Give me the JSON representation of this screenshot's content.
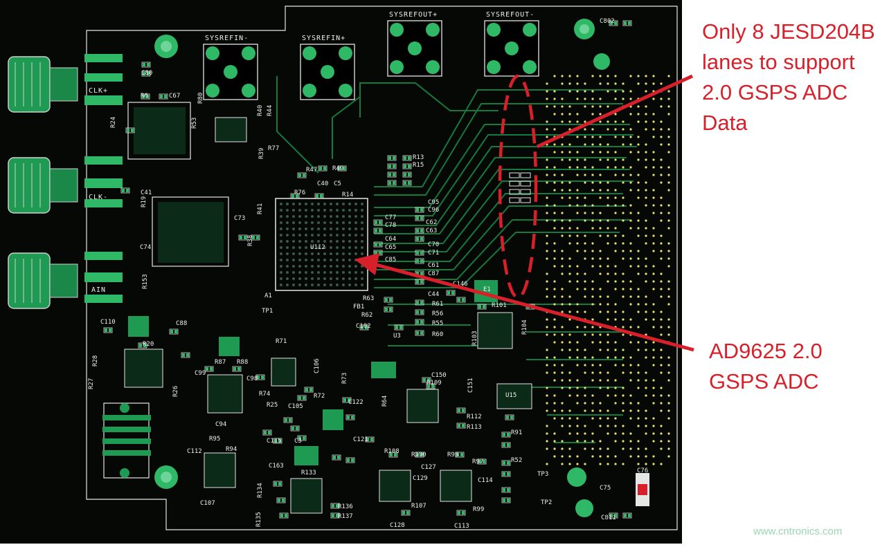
{
  "callouts": {
    "jesd_lines": [
      "Only 8 JESD204B",
      "lanes to support",
      "2.0 GSPS ADC",
      "Data"
    ],
    "adc_lines": [
      "AD9625 2.0",
      "GSPS ADC"
    ]
  },
  "watermark": "www.cntronics.com",
  "connectors": {
    "sysref_in_1": "SYSREFIN-",
    "sysref_in_2": "SYSREFIN+",
    "sysref_out_1": "SYSREFOUT+",
    "sysref_out_2": "SYSREFOUT-"
  },
  "ports": {
    "clk_plus": "CLK+",
    "clk_minus": "CLK-",
    "ain": "AIN"
  },
  "labels": {
    "u112": "U112",
    "u15": "U15",
    "u3": "U3",
    "a1": "A1",
    "tp1": "TP1",
    "tp2": "TP2",
    "tp3": "TP3",
    "c802": "C802",
    "c80": "C80",
    "c67": "C67",
    "c41": "C41",
    "c73": "C73",
    "c74": "C74",
    "c110": "C110",
    "c88": "C88",
    "c99": "C99",
    "c98": "C98",
    "c94": "C94",
    "c115": "C115",
    "c3": "C3",
    "c112": "C112",
    "c107": "C107",
    "c106": "C106",
    "c105": "C105",
    "c122": "C122",
    "c121": "C121",
    "c163": "C163",
    "c129": "C129",
    "c127": "C127",
    "c128": "C128",
    "c113": "C113",
    "c114": "C114",
    "c102": "C102",
    "c150": "C150",
    "c151": "C151",
    "c75": "C75",
    "c811": "C811",
    "c76": "C76",
    "c77": "C77",
    "c78": "C78",
    "c63": "C63",
    "c62": "C62",
    "c64": "C64",
    "c65": "C65",
    "c95": "C95",
    "c96": "C96",
    "c70": "C70",
    "c71": "C71",
    "c85": "C85",
    "c61": "C61",
    "c87": "C87",
    "c44": "C44",
    "c146": "C146",
    "c40": "C40",
    "c5": "C5",
    "r6": "R6",
    "r24": "R24",
    "r53": "R53",
    "r49": "R49",
    "r47": "R47",
    "r76": "R76",
    "r14": "R14",
    "r13": "R13",
    "r15": "R15",
    "r20": "R20",
    "r28": "R28",
    "r27": "R27",
    "r26": "R26",
    "r87": "R87",
    "r88": "R88",
    "r71": "R71",
    "r74": "R74",
    "r72": "R72",
    "r25": "R25",
    "r73": "R73",
    "r94": "R94",
    "r95": "R95",
    "r133": "R133",
    "r134": "R134",
    "r135": "R135",
    "r136": "R136",
    "r137": "R137",
    "r108": "R108",
    "r100": "R100",
    "r98": "R98",
    "r97": "R97",
    "r107": "R107",
    "r99": "R99",
    "r109": "R109",
    "r112": "R112",
    "r113": "R113",
    "r101": "R101",
    "r103": "R103",
    "r104": "R104",
    "r91": "R91",
    "r52": "R52",
    "r55": "R55",
    "r56": "R56",
    "r60": "R60",
    "r61": "R61",
    "r62": "R62",
    "r63": "R63",
    "r64": "R64",
    "r153": "R153",
    "r19": "R19",
    "r80": "R80",
    "r77": "R77",
    "r38": "R38",
    "r39": "R39",
    "r40": "R40",
    "r41": "R41",
    "r44": "R44",
    "e1": "E1",
    "fb1": "FB1"
  },
  "colors": {
    "board": "#050805",
    "copper": "#1f9a52",
    "trace": "#157a3e",
    "pad": "#2fb865",
    "silk": "#f0f0f0",
    "via": "#e8e070",
    "callout": "#d8202a",
    "connector": "#c9c9c9"
  }
}
